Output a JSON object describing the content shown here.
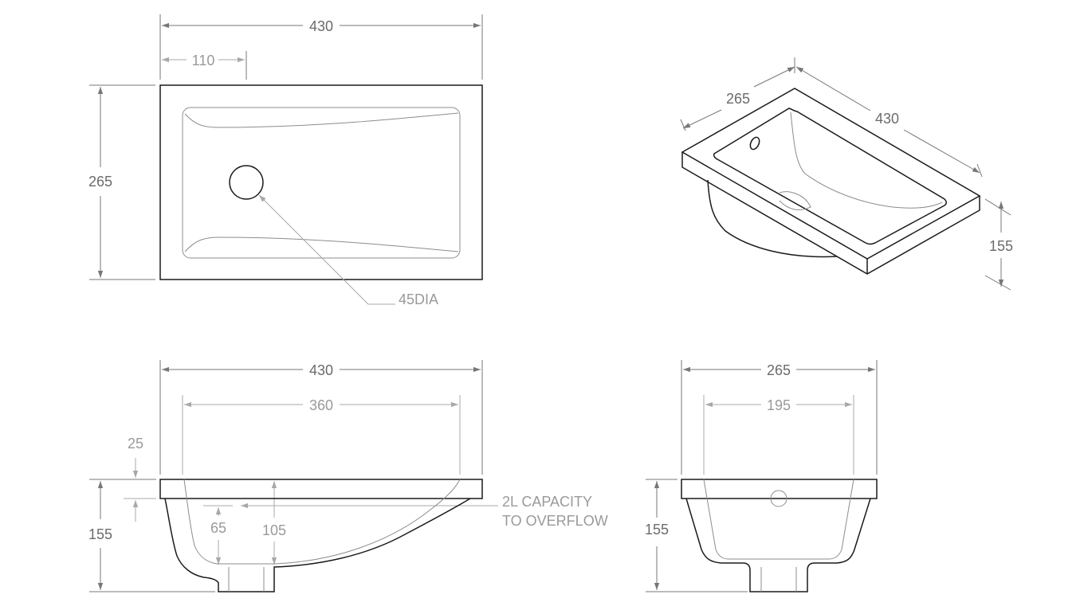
{
  "top_view": {
    "width_dim": "430",
    "offset_dim": "110",
    "depth_dim": "265",
    "waste_callout": "45DIA"
  },
  "iso_view": {
    "depth_dim": "265",
    "width_dim": "430",
    "height_dim": "155"
  },
  "front_view": {
    "width_dim": "430",
    "bowl_width_dim": "360",
    "rim_dim": "25",
    "height_dim": "155",
    "overflow_dim": "65",
    "bowl_depth_dim": "105",
    "capacity_line1": "2L CAPACITY",
    "capacity_line2": "TO OVERFLOW"
  },
  "side_view": {
    "width_dim": "265",
    "bowl_width_dim": "195",
    "height_dim": "155"
  }
}
